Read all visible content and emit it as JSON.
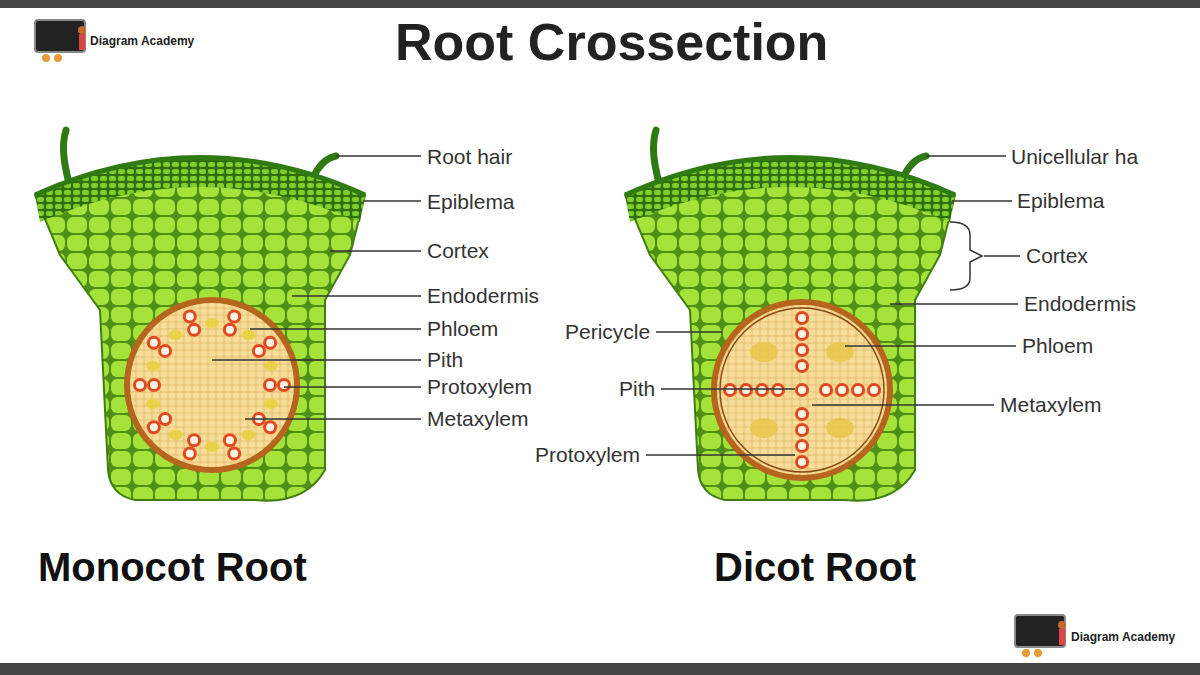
{
  "diagram": {
    "title": "Root Crossection",
    "labels": [
      "Diagram Academy",
      "Root hair",
      "Epiblema",
      "Cortex",
      "Endodermis",
      "Phloem",
      "Pith",
      "Protoxylem",
      "Metaxylem",
      "Unicellular ha",
      "Epiblema",
      "Cortex",
      "Endodermis",
      "Pericycle",
      "Phloem",
      "Pith",
      "Metaxylem",
      "Protoxylem",
      "Monocot Root",
      "Dicot Root",
      "Diagram Academy"
    ]
  }
}
